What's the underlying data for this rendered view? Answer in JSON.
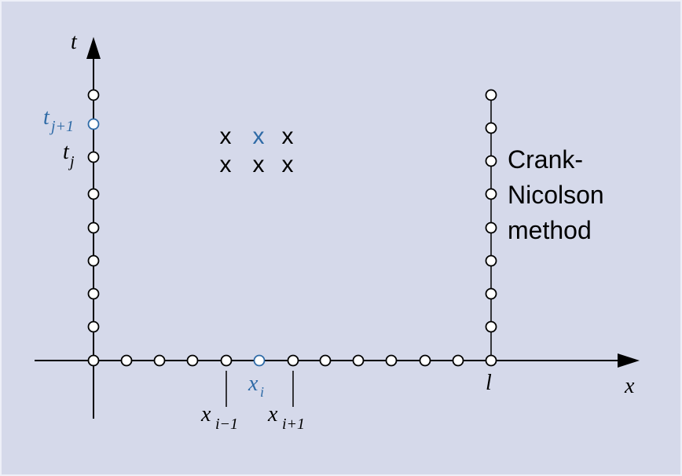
{
  "colors": {
    "background": "#d5d9ea",
    "ink": "#000000",
    "highlight": "#2e6aa6",
    "node_fill": "#ffffff"
  },
  "axes": {
    "t_label": "t",
    "x_label": "x",
    "l_label": "l"
  },
  "t_ticks": {
    "upper": {
      "base": "t",
      "sub": "j+1"
    },
    "lower": {
      "base": "t",
      "sub": "j"
    }
  },
  "x_ticks": {
    "center": {
      "base": "x",
      "sub": "i"
    },
    "left": {
      "base": "x",
      "sub": "i−1"
    },
    "right": {
      "base": "x",
      "sub": "i+1"
    }
  },
  "stencil": {
    "mark": "x",
    "top_row": [
      "x",
      "x",
      "x"
    ],
    "bottom_row": [
      "x",
      "x",
      "x"
    ]
  },
  "method_label": {
    "line1": "Crank-",
    "line2": "Nicolson",
    "line3": "method"
  }
}
